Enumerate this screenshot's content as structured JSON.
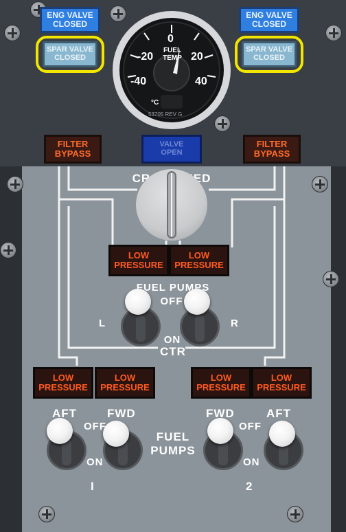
{
  "annunciators": {
    "left_eng_valve": "ENG VALVE\nCLOSED",
    "left_spar_valve": "SPAR VALVE\nCLOSED",
    "right_eng_valve": "ENG VALVE\nCLOSED",
    "right_spar_valve": "SPAR VALVE\nCLOSED",
    "left_filter_bypass": "FILTER\nBYPASS",
    "valve_open": "VALVE\nOPEN",
    "right_filter_bypass": "FILTER\nBYPASS",
    "ctr_low_pressure_left": "LOW\nPRESSURE",
    "ctr_low_pressure_right": "LOW\nPRESSURE",
    "left_aft_low_pressure": "LOW\nPRESSURE",
    "left_fwd_low_pressure": "LOW\nPRESSURE",
    "right_fwd_low_pressure": "LOW\nPRESSURE",
    "right_aft_low_pressure": "LOW\nPRESSURE"
  },
  "gauge": {
    "title": "FUEL\nTEMP",
    "ticks": [
      "-20",
      "0",
      "20",
      "-40",
      "40"
    ],
    "unit": "°C",
    "model": "53705 REV G"
  },
  "labels": {
    "crossfeed": "CROSSFEED",
    "fuel_pumps_top": "FUEL PUMPS",
    "off": "OFF",
    "on": "ON",
    "ctr": "CTR",
    "l": "L",
    "r": "R",
    "aft_left": "AFT",
    "fwd_left": "FWD",
    "fuel_pumps_bottom": "FUEL\nPUMPS",
    "fwd_right": "FWD",
    "aft_right": "AFT",
    "off_left": "OFF",
    "on_left": "ON",
    "off_right": "OFF",
    "on_right": "ON",
    "engine_1": "I",
    "engine_2": "2"
  },
  "colors": {
    "amber": "#ff6a2a",
    "blue": "#2f7fe0",
    "highlight": "#f2e600"
  }
}
